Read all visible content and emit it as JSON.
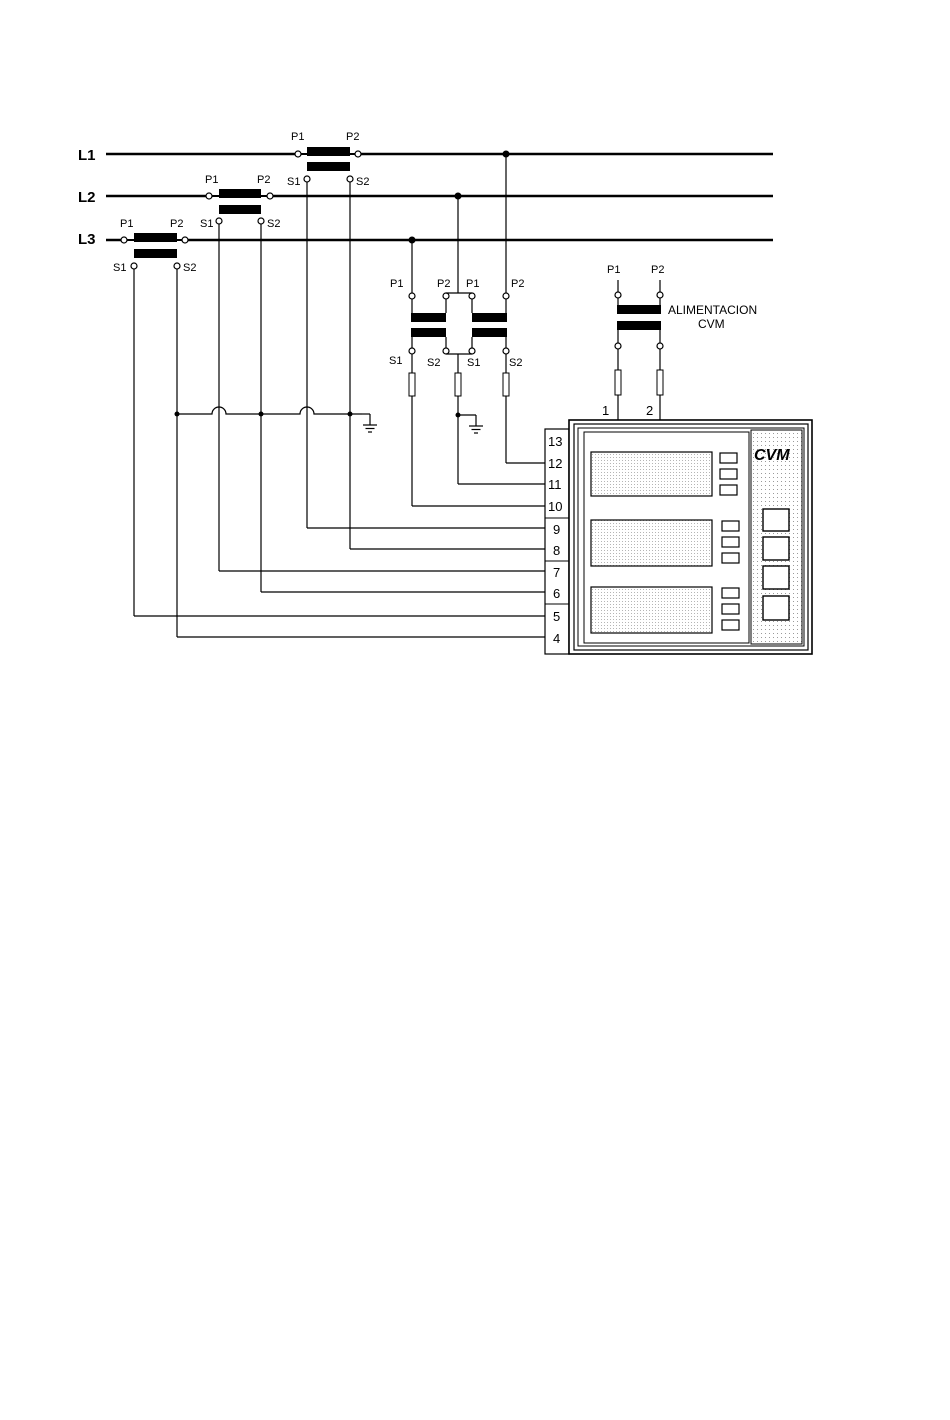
{
  "lines": [
    {
      "label": "L1"
    },
    {
      "label": "L2"
    },
    {
      "label": "L3"
    }
  ],
  "current_transformers": [
    {
      "p1": "P1",
      "p2": "P2",
      "s1": "S1",
      "s2": "S2"
    },
    {
      "p1": "P1",
      "p2": "P2",
      "s1": "S1",
      "s2": "S2"
    },
    {
      "p1": "P1",
      "p2": "P2",
      "s1": "S1",
      "s2": "S2"
    }
  ],
  "voltage_transformers": [
    {
      "p1": "P1",
      "p2": "P2",
      "s1": "S1",
      "s2": "S2"
    },
    {
      "p1": "P1",
      "p2": "P2",
      "s1": "S1",
      "s2": "S2"
    }
  ],
  "supply_transformer": {
    "p1": "P1",
    "p2": "P2",
    "note_line1": "ALIMENTACION",
    "note_line2": "CVM",
    "terminal_1": "1",
    "terminal_2": "2"
  },
  "terminal_block": [
    "13",
    "12",
    "11",
    "10",
    "9",
    "8",
    "7",
    "6",
    "5",
    "4"
  ],
  "device": {
    "title": "CVM"
  }
}
